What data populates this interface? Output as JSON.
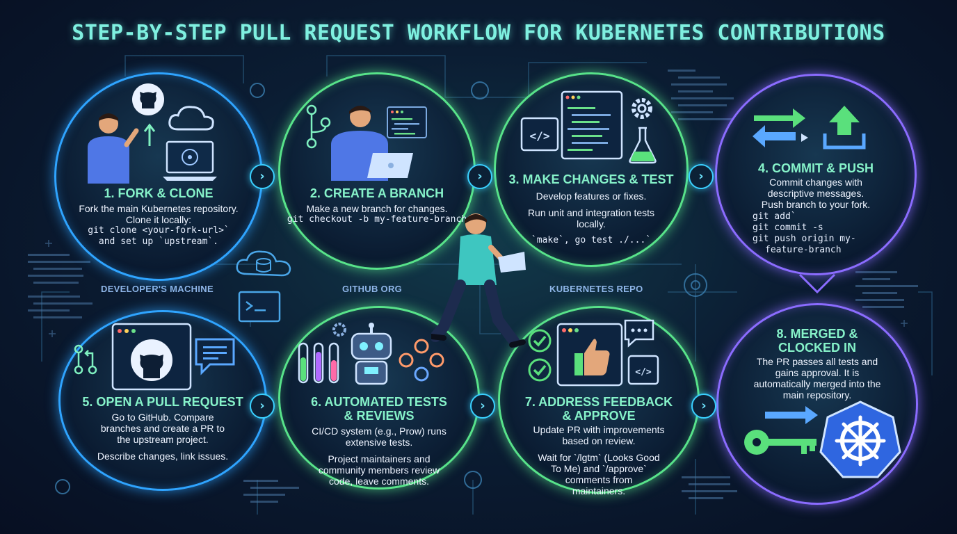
{
  "title": "STEP-BY-STEP PULL REQUEST WORKFLOW FOR KUBERNETES CONTRIBUTIONS",
  "regions": {
    "developer": "DEVELOPER'S MACHINE",
    "github": "GITHUB ORG",
    "kubernetes": "KUBERNETES REPO"
  },
  "steps": [
    {
      "title": "1. FORK & CLONE",
      "lines": [
        "Fork the main Kubernetes repository.",
        "Clone it locally:"
      ],
      "code": [
        "git clone <your-fork-url>`",
        "and set up `upstream`."
      ]
    },
    {
      "title": "2. CREATE A BRANCH",
      "lines": [
        "Make a new branch for changes."
      ],
      "code": [
        "git checkout -b my-feature-branch"
      ]
    },
    {
      "title": "3. MAKE CHANGES & TEST",
      "lines": [
        "Develop features or fixes.",
        "Run unit and integration tests",
        "locally."
      ],
      "code": [
        "`make`, go test ./...`"
      ]
    },
    {
      "title": "4. COMMIT & PUSH",
      "lines": [
        "Commit changes with",
        "descriptive messages.",
        "Push branch to your fork."
      ],
      "code": [
        "git add`",
        "git commit -s",
        "git push origin my-",
        "feature-branch"
      ]
    },
    {
      "title": "5. OPEN A PULL REQUEST",
      "lines": [
        "Go to GitHub. Compare",
        "branches and create a PR to",
        "the upstream project."
      ],
      "lines2": [
        "Describe changes, link issues."
      ]
    },
    {
      "title_lines": [
        "6. AUTOMATED TESTS",
        "& REVIEWS"
      ],
      "lines": [
        "CI/CD system (e.g., Prow) runs",
        "extensive tests."
      ],
      "lines2": [
        "Project maintainers and",
        "community members review",
        "code, leave comments."
      ]
    },
    {
      "title_lines": [
        "7. ADDRESS FEEDBACK",
        "& APPROVE"
      ],
      "lines": [
        "Update PR with improvements",
        "based on review."
      ],
      "lines2": [
        "Wait for `/lgtm` (Looks Good",
        "To Me) and `/approve`",
        "comments from",
        "maintainers."
      ]
    },
    {
      "title_lines": [
        "8. MERGED &",
        "CLOCKED IN"
      ],
      "lines": [
        "The PR passes all tests and",
        "gains approval. It is",
        "automatically merged into the",
        "main repository."
      ]
    }
  ],
  "colors": {
    "blue_ring": "#2fa4ff",
    "green_ring": "#58e38a",
    "purple_ring": "#8b6cff",
    "title": "#7ff0e0",
    "step_title": "#86f2c9"
  },
  "icons": [
    "github-icon",
    "cloud-icon",
    "laptop-icon",
    "kubernetes-helm-icon",
    "branch-icon",
    "code-window-icon",
    "gear-icon",
    "flask-icon",
    "arrows-icon",
    "upload-icon",
    "pull-request-icon",
    "chat-icon",
    "test-tubes-icon",
    "robot-icon",
    "people-icon",
    "checkmark-icon",
    "thumbs-up-icon",
    "key-icon",
    "database-cloud-icon",
    "terminal-icon"
  ]
}
